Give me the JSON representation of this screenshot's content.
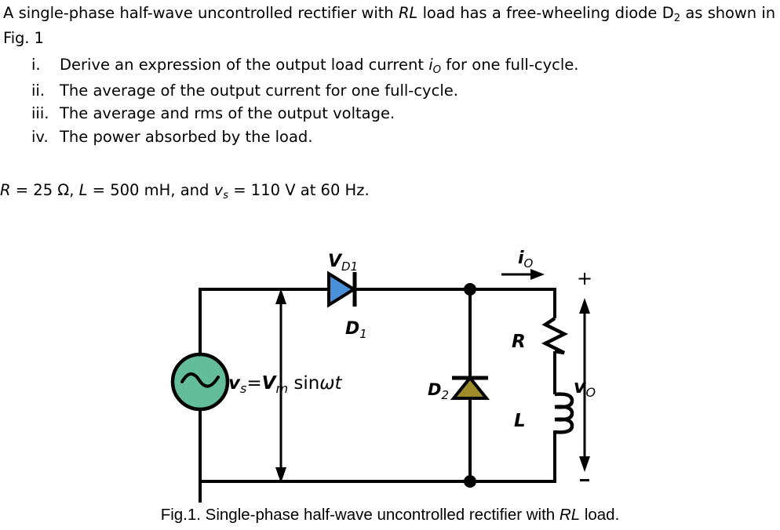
{
  "problem": {
    "statement_parts": {
      "p1": "A single-phase half-wave uncontrolled rectifier with ",
      "rl": "RL",
      "p2": " load has a free-wheeling diode D",
      "sub2": "2",
      "p3": " as shown in Fig. 1"
    },
    "statement_plain": "A single-phase half-wave uncontrolled rectifier with RL load has a free-wheeling diode D2 as shown in Fig. 1",
    "items": [
      {
        "numeral": "i.",
        "pre": "Derive an expression of the output load current ",
        "sym": "i",
        "sym_sub": "O",
        "post": " for one full-cycle.",
        "plain": "Derive an expression of the output load current iO for one full-cycle."
      },
      {
        "numeral": "ii.",
        "pre": "The average of the output current for one full-cycle.",
        "sym": "",
        "sym_sub": "",
        "post": "",
        "plain": "The average of the output current for one full-cycle."
      },
      {
        "numeral": "iii.",
        "pre": "The average and rms of the output voltage.",
        "sym": "",
        "sym_sub": "",
        "post": "",
        "plain": "The average and rms of the output voltage."
      },
      {
        "numeral": "iv.",
        "pre": "The power absorbed by the load.",
        "sym": "",
        "sym_sub": "",
        "post": "",
        "plain": "The power absorbed by the load."
      }
    ],
    "parameters": {
      "plain": "R = 25 Ω, L = 500 mH, and vs = 110 V at 60 Hz.",
      "r_symbol": "R",
      "r_value": " = 25 Ω, ",
      "l_symbol": "L",
      "l_value": " = 500 mH, and ",
      "v_symbol": "v",
      "v_sub": "s",
      "v_value": " = 110 V at 60 Hz."
    }
  },
  "figure": {
    "caption_pre": "Fig.1. Single-phase half-wave uncontrolled rectifier with ",
    "caption_rl": "RL",
    "caption_post": " load.",
    "caption_plain": "Fig.1. Single-phase half-wave uncontrolled rectifier with RL load.",
    "labels": {
      "vd1": "V",
      "vd1_sub": "D1",
      "d1": "D",
      "d1_sub": "1",
      "d2": "D",
      "d2_sub": "2",
      "source_expr_vs": "v",
      "source_expr_vs_sub": "s",
      "source_expr_eq": "=",
      "source_expr_vm": "V",
      "source_expr_vm_sub": "m",
      "source_expr_sin": " sin",
      "source_expr_omega_t": "ωt",
      "source_expr_plain": "vs=Vm sinωt",
      "resistor": "R",
      "inductor": "L",
      "io": "i",
      "io_sub": "O",
      "vo": "v",
      "vo_sub": "O",
      "plus": "+",
      "minus": "-"
    },
    "colors": {
      "diode_d1_fill": "#4a90d9",
      "diode_d2_fill": "#9e8c2b",
      "source_fill": "#63bc9b",
      "wire": "#000000",
      "background": "#ffffff"
    }
  }
}
